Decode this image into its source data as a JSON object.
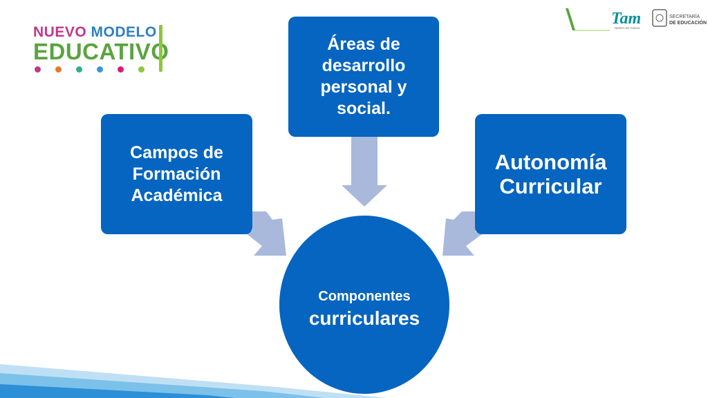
{
  "logo": {
    "line1_part1": "NUEVO",
    "line1_part2": "MODELO",
    "line2": "EDUCATIVO",
    "dot_colors": [
      "#c2388a",
      "#e8792a",
      "#2fae8f",
      "#3498d8",
      "#d81b7a",
      "#8dc63f"
    ]
  },
  "header_right": {
    "brand": "Tam",
    "tagline": "TIEMPO DE TODOS",
    "secretaria_line1": "SECRETARÍA",
    "secretaria_line2": "DE EDUCACIÓN"
  },
  "diagram": {
    "left_box": [
      "Campos de",
      "Formación",
      "Académica"
    ],
    "top_box": [
      "Áreas de",
      "desarrollo",
      "personal y",
      "social."
    ],
    "right_box": [
      "Autonomía",
      "Curricular"
    ],
    "center": {
      "small": "Componentes",
      "big": "curriculares"
    }
  },
  "colors": {
    "box": "#0565c0",
    "arrow": "#a9b9dc",
    "band": "#4aa3df"
  }
}
